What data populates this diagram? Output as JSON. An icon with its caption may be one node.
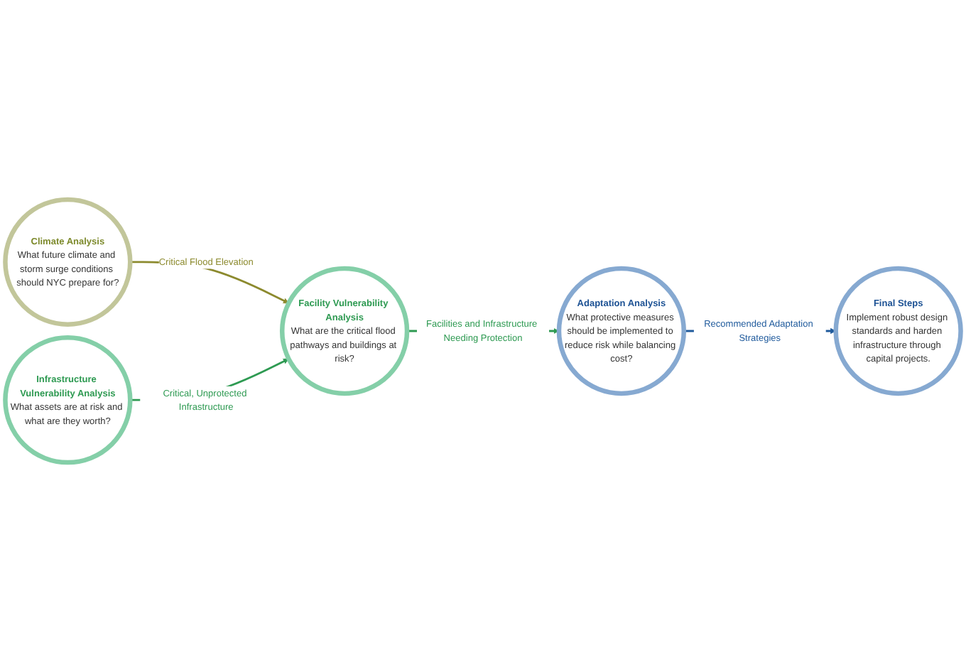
{
  "diagram": {
    "nodes": [
      {
        "text": [
          "Climate Analysis",
          "What future climate and storm surge conditions should NYC prepare for?"
        ]
      },
      {
        "text": [
          "Infrastructure Vulnerability Analysis",
          "What assets are at risk and what are they worth?"
        ]
      },
      {
        "text": [
          "Facility Vulnerability Analysis",
          "What are the critical flood pathways and buildings at risk?"
        ]
      },
      {
        "text": [
          "Adaptation Analysis",
          "What protective measures should be implemented to reduce risk while balancing cost?"
        ]
      },
      {
        "text": [
          "Final Steps",
          "Implement robust design standards and harden infrastructure through capital projects."
        ]
      }
    ],
    "edges": [
      {
        "from": 0,
        "to": 2,
        "arrow": "to",
        "label": "Critical Flood Elevation",
        "color": "#8c8a2e"
      },
      {
        "from": 1,
        "to": 2,
        "arrow": "to",
        "label": "Critical, Unprotected Infrastructure"
      },
      {
        "from": 2,
        "to": 3,
        "arrow": "to",
        "label": "Facilities and Infrastructure Needing Protection"
      },
      {
        "from": 3,
        "to": 4,
        "arrow": "to",
        "label": "Recommended Adaptation Strategies",
        "color": "#1f5a9c"
      }
    ]
  }
}
